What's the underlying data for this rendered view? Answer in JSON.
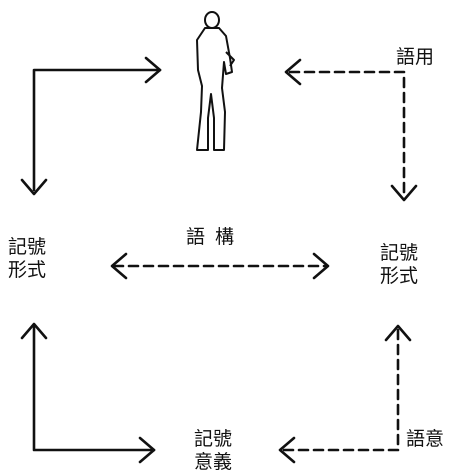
{
  "labels": {
    "left_sign_form": [
      "記號",
      "形式"
    ],
    "right_sign_form": [
      "記號",
      "形式"
    ],
    "sign_meaning": [
      "記號",
      "意義"
    ],
    "syntactics": "語 構",
    "pragmatics": "語用",
    "semantics": "語意"
  },
  "figure": {
    "name": "human-figure",
    "description_icon": "standing-person-icon"
  },
  "colors": {
    "ink": "#111111",
    "background": "#ffffff"
  }
}
